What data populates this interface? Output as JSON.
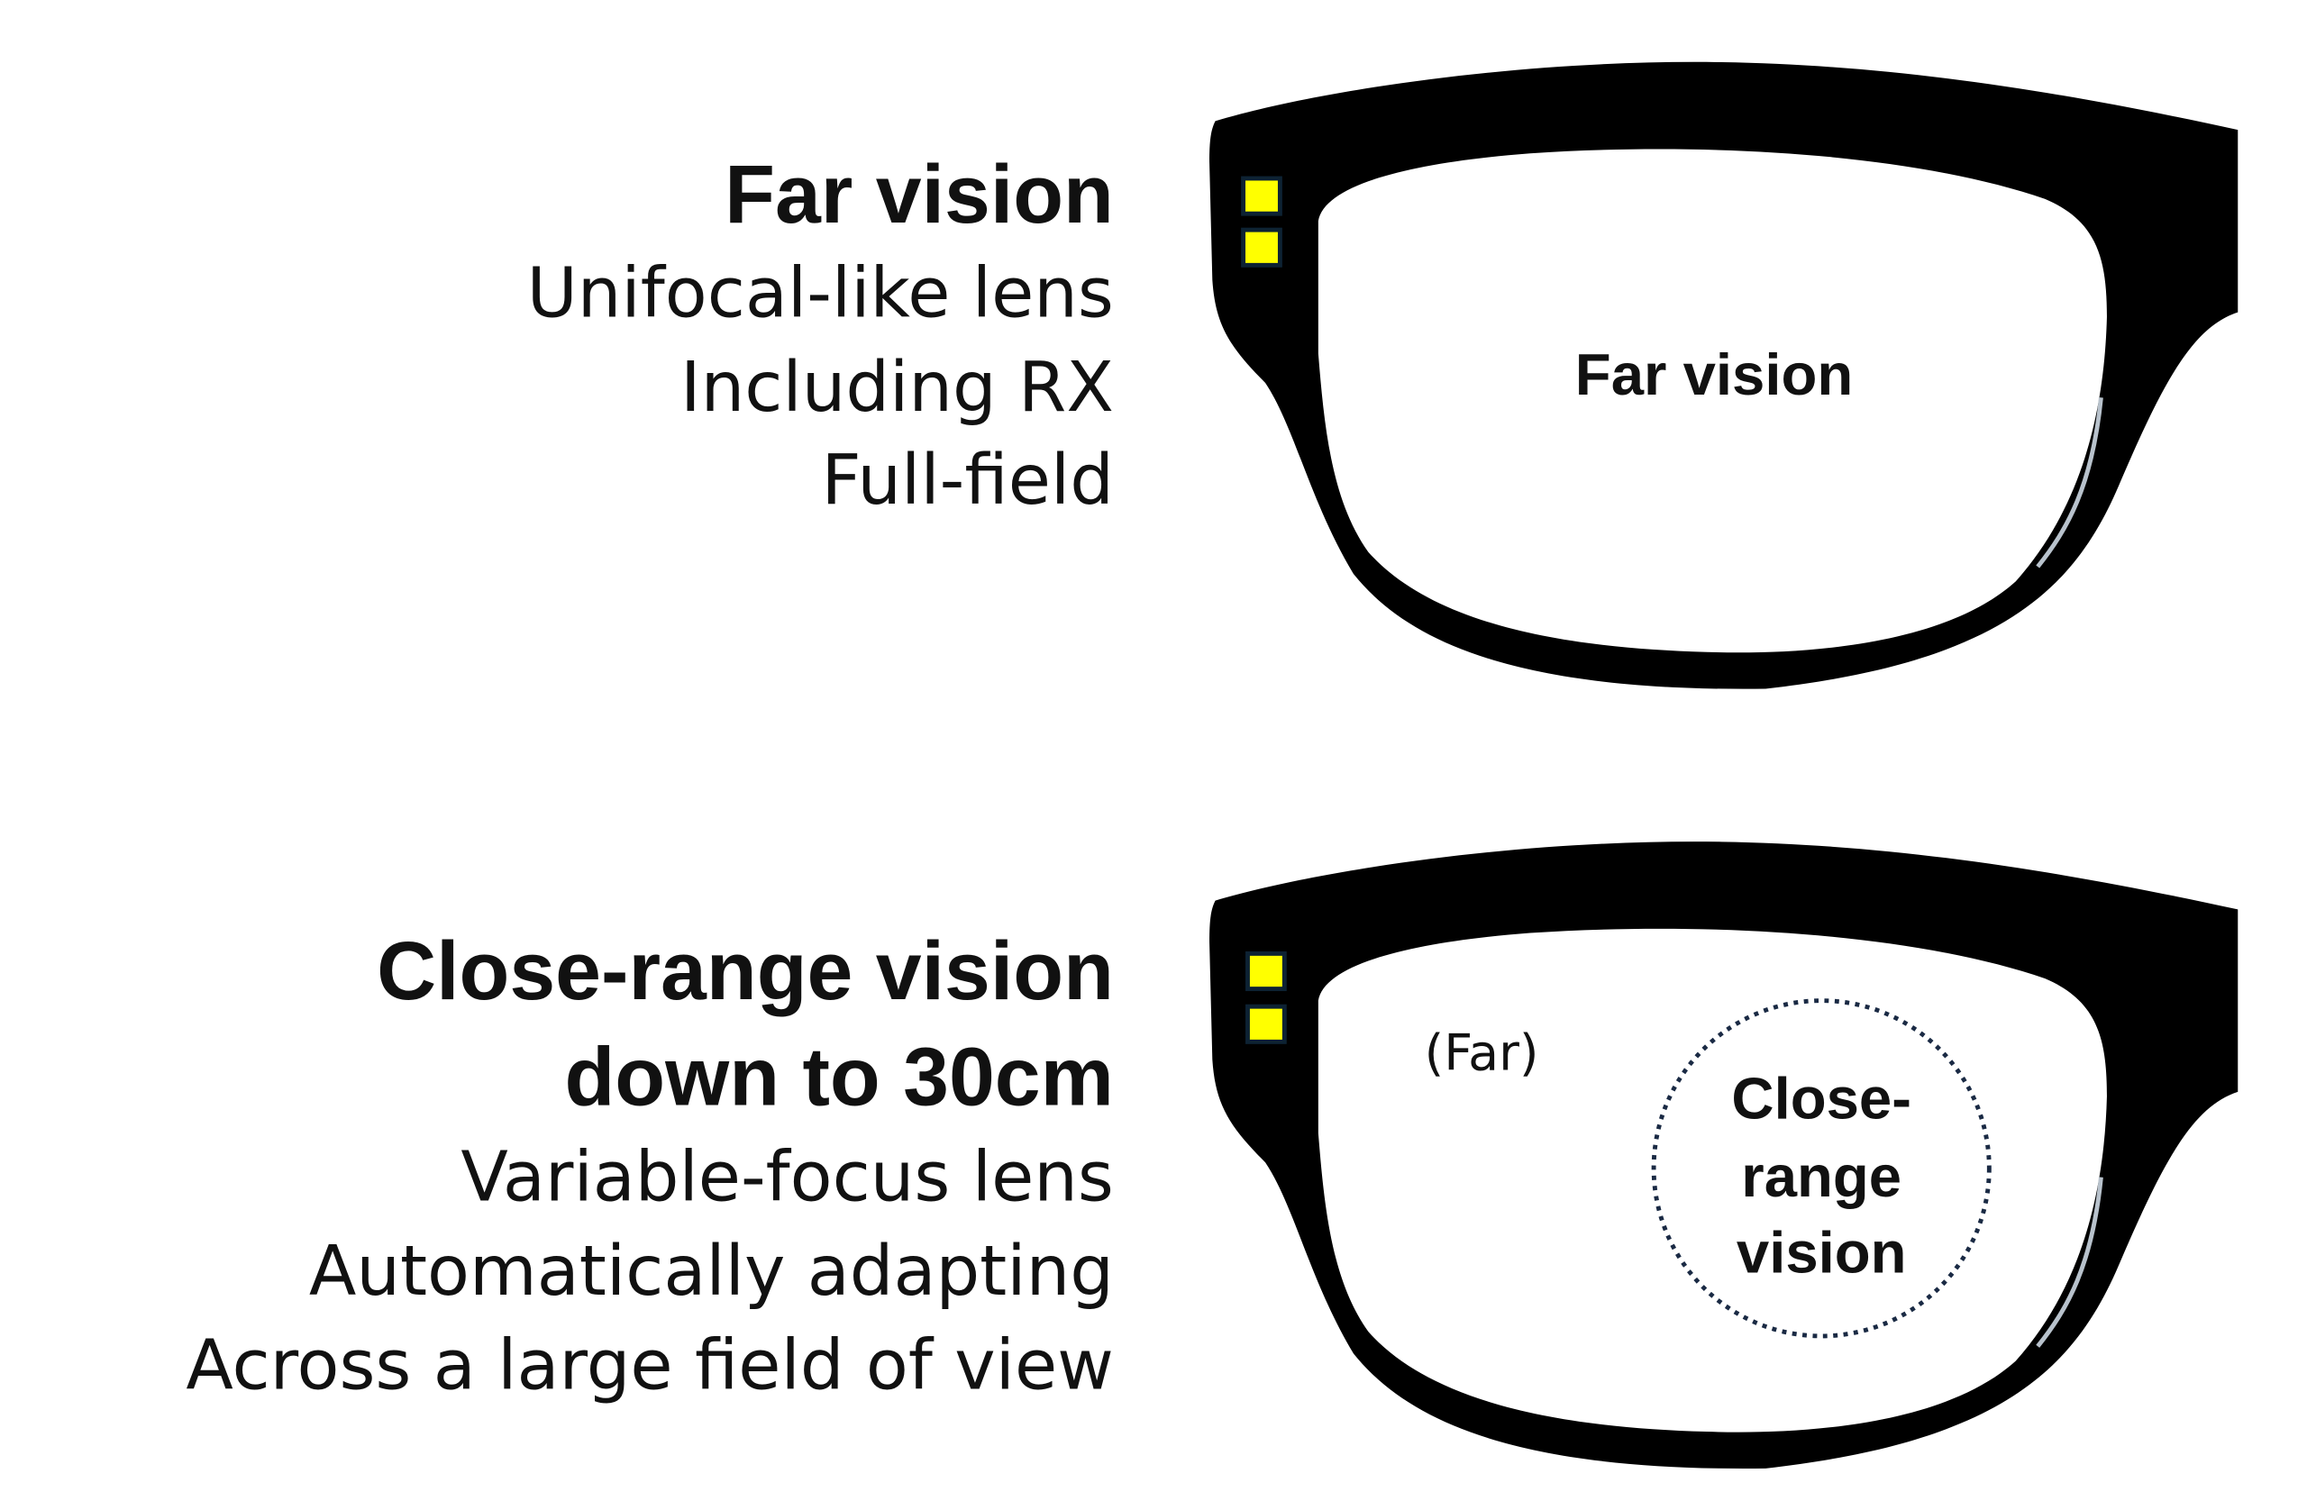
{
  "far_section": {
    "title": "Far vision",
    "lines": [
      "Unifocal-like lens",
      "Including RX",
      "Full-field"
    ],
    "lens_label": "Far vision"
  },
  "close_section": {
    "title_line1": "Close-range vision",
    "title_line2": "down to 30cm",
    "lines": [
      "Variable-focus lens",
      "Automatically adapting",
      "Across a large field of view"
    ],
    "lens_far_label": "(Far)",
    "lens_close_label": [
      "Close-",
      "range",
      "vision"
    ]
  },
  "colors": {
    "frame": "#000000",
    "indicator": "#ffff00",
    "indicator_border": "#0d2233",
    "dotted_circle": "#1a2a44"
  }
}
